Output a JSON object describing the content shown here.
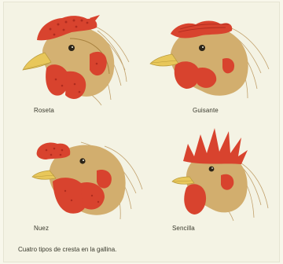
{
  "figure": {
    "panels": [
      {
        "label": "Roseta",
        "comb": "rose"
      },
      {
        "label": "Guisante",
        "comb": "pea"
      },
      {
        "label": "Nuez",
        "comb": "walnut"
      },
      {
        "label": "Sencilla",
        "comb": "single"
      }
    ],
    "caption": "Cuatro tipos de cresta en la gallina.",
    "colors": {
      "background": "#f4f3e4",
      "comb": "#d8432e",
      "comb_dark": "#b02c1f",
      "beak": "#e8c75a",
      "feather": "#c9a661",
      "feather_dark": "#8e6b34",
      "eye": "#2b2418",
      "text": "#3a3a2e"
    }
  }
}
